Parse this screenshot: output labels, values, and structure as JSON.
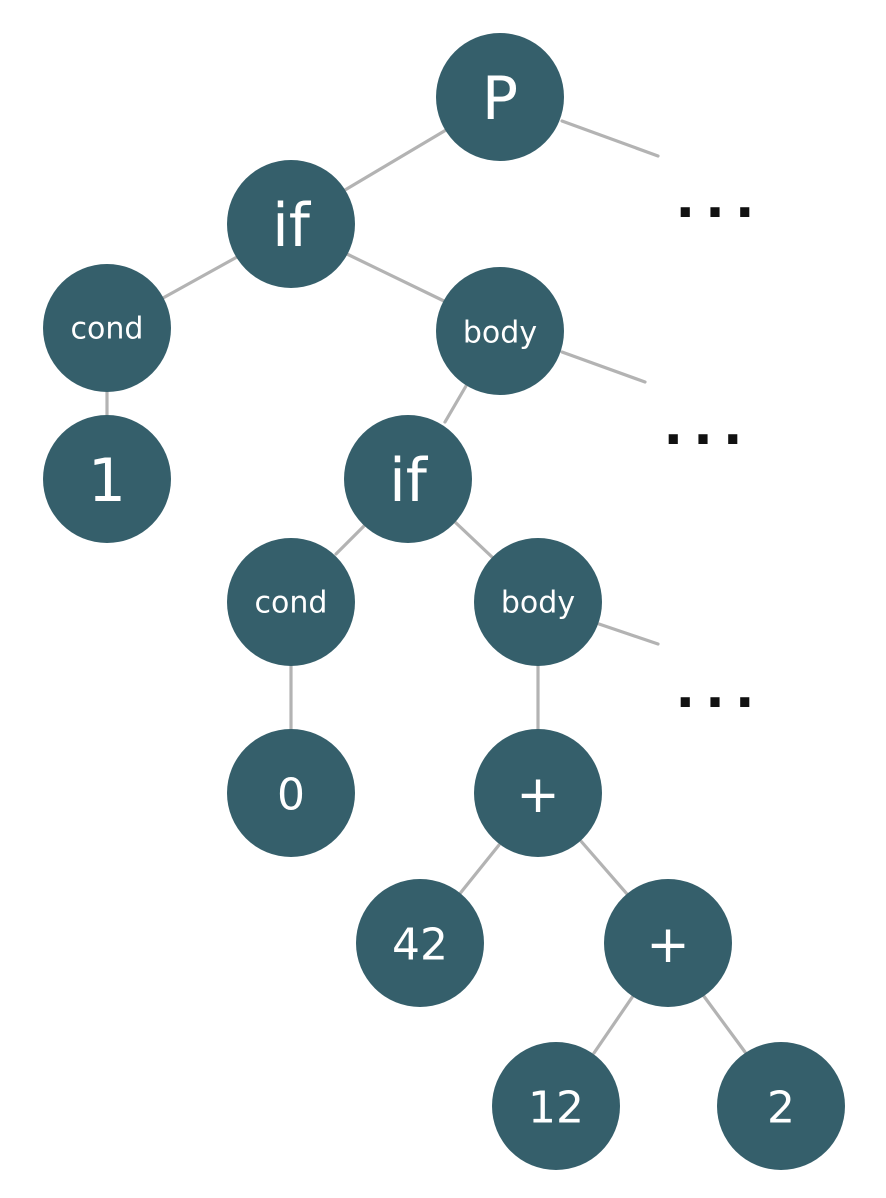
{
  "accent_color": "#355f6b",
  "edge_color": "#b3b3b3",
  "nodes": {
    "p": "P",
    "if1": "if",
    "cond1": "cond",
    "one": "1",
    "body1": "body",
    "if2": "if",
    "cond2": "cond",
    "zero": "0",
    "body2": "body",
    "plus1": "+",
    "n42": "42",
    "plus2": "+",
    "n12": "12",
    "n2": "2"
  },
  "ellipsis": {
    "top": "...",
    "middle": "...",
    "bottom": "..."
  }
}
